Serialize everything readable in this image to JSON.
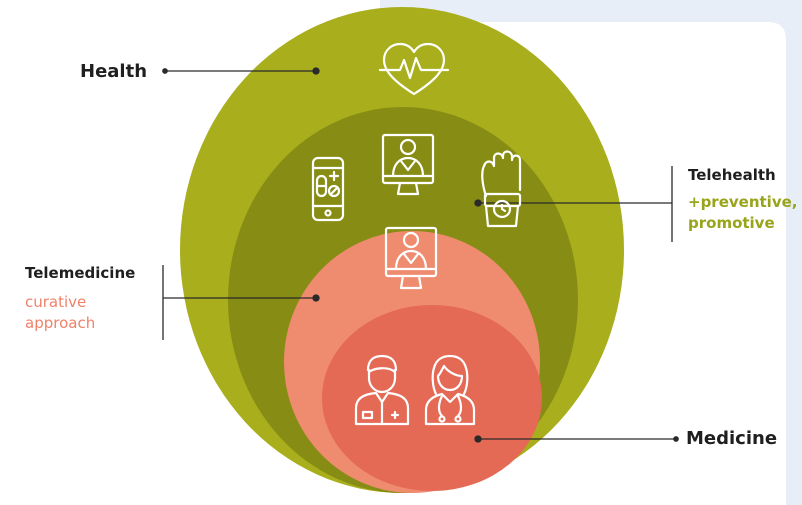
{
  "colors": {
    "background": "#ffffff",
    "panel_tint": "#e8eef8",
    "health_circle": "#a8ae1c",
    "telehealth_circle": "#878d14",
    "telemedicine_circle": "#ef8c70",
    "medicine_circle": "#e46a55",
    "heading_text": "#1f1f1f",
    "telehealth_note_text": "#98a41a",
    "telemedicine_note_text": "#f0826a",
    "icon_stroke": "#ffffff"
  },
  "labels": {
    "health": "Health",
    "telehealth": {
      "title": "Telehealth",
      "note_line1": "+preventive,",
      "note_line2": "promotive"
    },
    "telemedicine": {
      "title": "Telemedicine",
      "note_line1": "curative",
      "note_line2": "approach"
    },
    "medicine": "Medicine"
  },
  "icons": {
    "health": [
      "heart-pulse-icon"
    ],
    "telehealth": [
      "smartphone-pill-icon",
      "doctor-monitor-icon",
      "smartwatch-hand-icon"
    ],
    "telemedicine": [
      "doctor-monitor-icon"
    ],
    "medicine": [
      "male-doctor-icon",
      "female-doctor-icon"
    ]
  }
}
